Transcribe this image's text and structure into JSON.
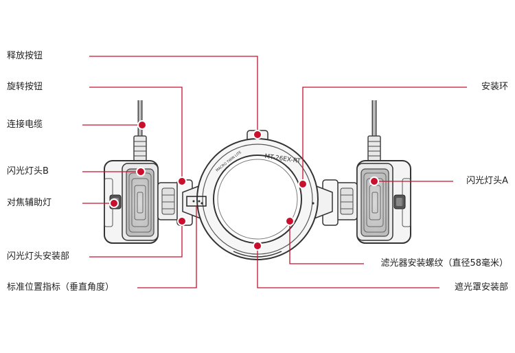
{
  "diagram": {
    "product_label": "MT-26EX-RT",
    "product_sublabel": "MACRO TWIN LITE",
    "accent_color": "#c8102e",
    "labels_left": [
      {
        "key": "release",
        "text": "释放按钮"
      },
      {
        "key": "rotate",
        "text": "旋转按钮"
      },
      {
        "key": "cable",
        "text": "连接电缆"
      },
      {
        "key": "head_b",
        "text": "闪光灯头B"
      },
      {
        "key": "af_assist",
        "text": "对焦辅助灯"
      },
      {
        "key": "head_mount",
        "text": "闪光灯头安装部"
      },
      {
        "key": "position_index",
        "text": "标准位置指标（垂直角度）"
      }
    ],
    "labels_right": [
      {
        "key": "mount_ring",
        "text": "安装环"
      },
      {
        "key": "head_a",
        "text": "闪光灯头A"
      },
      {
        "key": "filter_thread",
        "text": "滤光器安装螺纹（直径58毫米）"
      },
      {
        "key": "hood_mount",
        "text": "遮光罩安装部"
      }
    ]
  }
}
